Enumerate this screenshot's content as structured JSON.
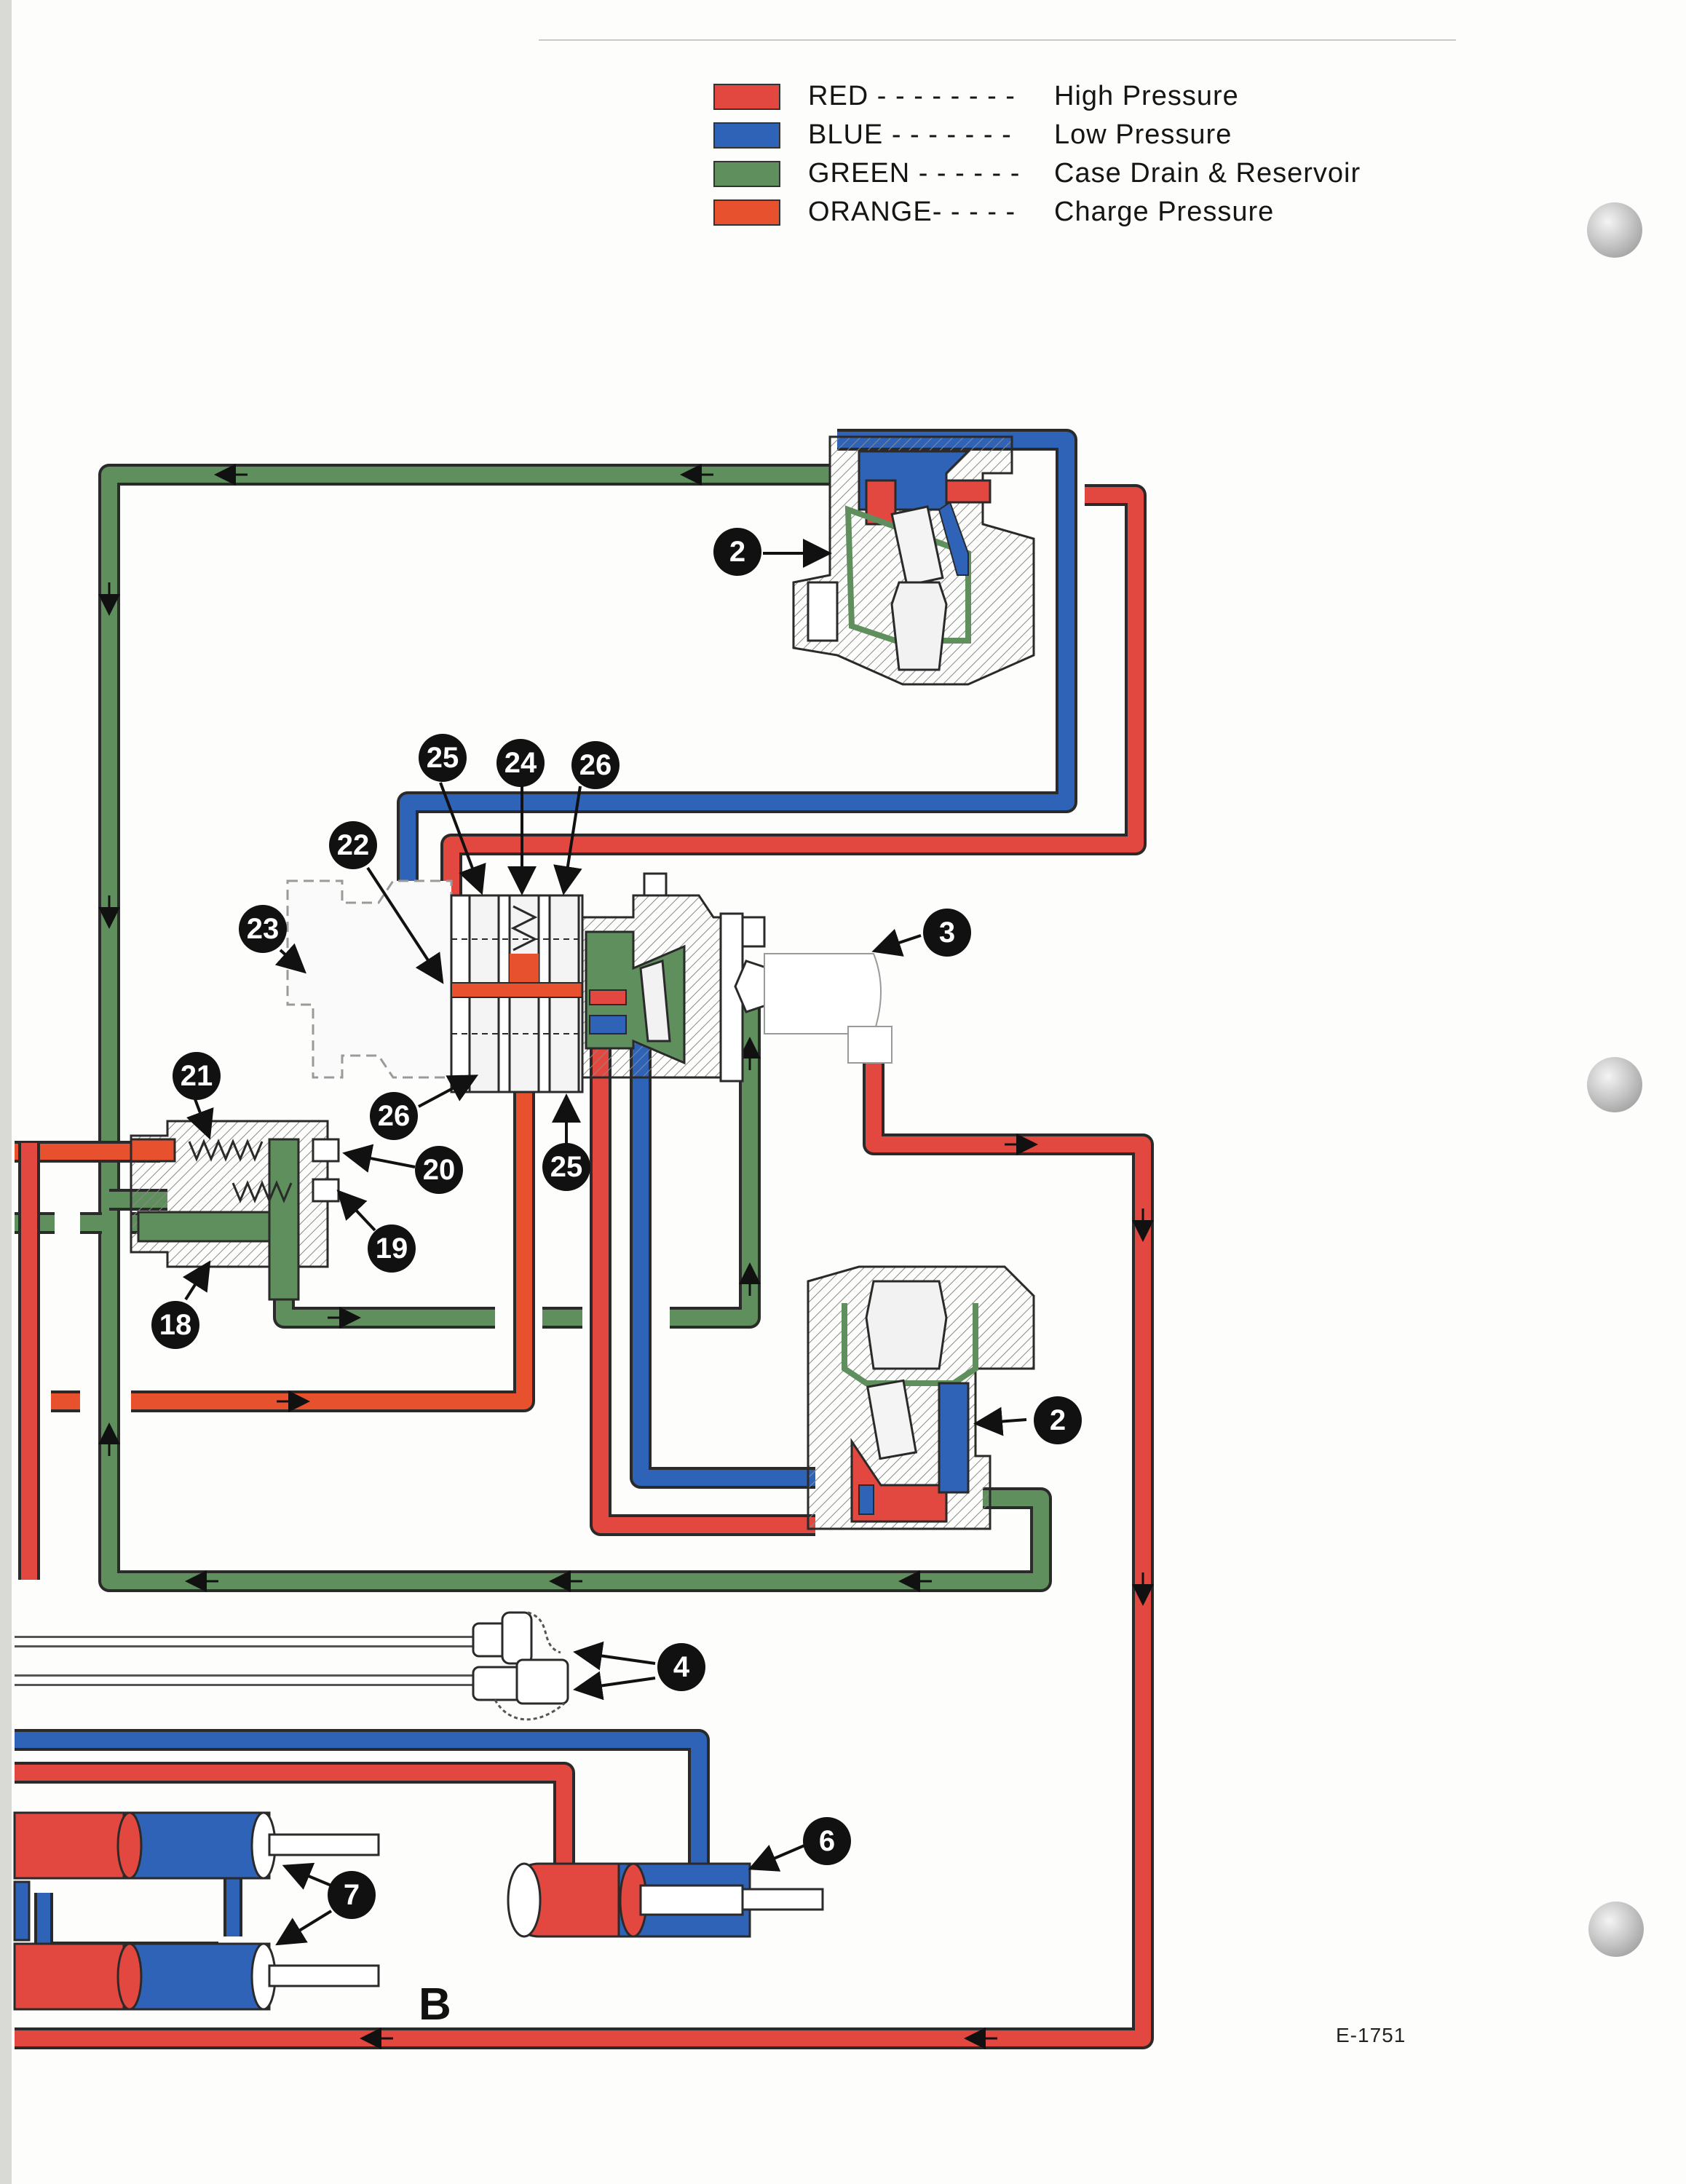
{
  "legend": [
    {
      "color_name": "RED",
      "dashes": " - - - - - - - -",
      "meaning": "High Pressure",
      "hex": "#e2483f"
    },
    {
      "color_name": "BLUE",
      "dashes": " - - - - - - -",
      "meaning": "Low Pressure",
      "hex": "#2f63b8"
    },
    {
      "color_name": "GREEN",
      "dashes": " - - - - - -",
      "meaning": "Case Drain & Reservoir",
      "hex": "#5f8f5c"
    },
    {
      "color_name": "ORANGE",
      "dashes": "- - - - -",
      "meaning": "Charge Pressure",
      "hex": "#e8512e"
    }
  ],
  "callouts": {
    "c2_top": "2",
    "c2_bottom": "2",
    "c3": "3",
    "c4": "4",
    "c6": "6",
    "c7": "7",
    "c18": "18",
    "c19": "19",
    "c20": "20",
    "c21": "21",
    "c22": "22",
    "c23": "23",
    "c24": "24",
    "c25_top": "25",
    "c25_bottom": "25",
    "c26_top": "26",
    "c26_bottom": "26"
  },
  "section_letter": "B",
  "figure_code": "E-1751",
  "colors": {
    "red": "#e2483f",
    "blue": "#2f63b8",
    "green": "#5f8f5c",
    "orange": "#e8512e",
    "outline": "#2a2a2a"
  }
}
